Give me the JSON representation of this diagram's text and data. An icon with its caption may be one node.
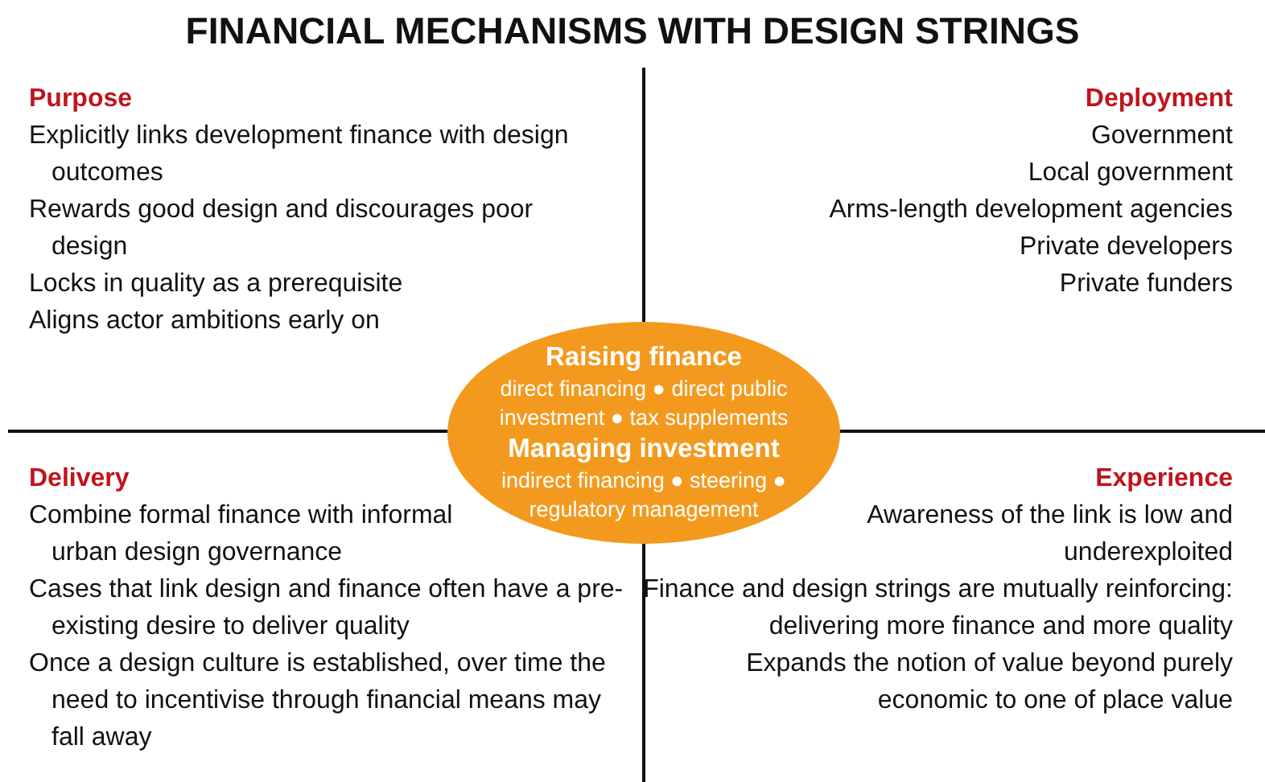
{
  "diagram": {
    "title": "FINANCIAL MECHANISMS WITH DESIGN STRINGS",
    "nodes": [
      {
        "text": [
          "Raising finance",
          "direct financing ● direct public investment ● tax supplements",
          "Managing investment",
          "indirect financing ● steering ● regulatory management"
        ]
      }
    ],
    "edges": [],
    "labels": [
      "Purpose",
      "Explicitly links development finance with design outcomes",
      "Rewards good design and discourages poor design",
      "Locks in quality as a prerequisite",
      "Aligns actor ambitions early on",
      "Deployment",
      "Government",
      "Local government",
      "Arms-length development agencies",
      "Private developers",
      "Private funders",
      "Delivery",
      "Combine formal finance with informal urban design governance",
      "Cases that link design and finance often have a pre-existing desire to deliver quality",
      "Once a design culture is established, over time the need to incentivise through financial means may fall away",
      "Experience",
      "Awareness of the link is low and underexploited",
      "Finance and design strings are mutually reinforcing: delivering more finance and more quality",
      "Expands the notion of value beyond purely economic to one of place value"
    ]
  }
}
